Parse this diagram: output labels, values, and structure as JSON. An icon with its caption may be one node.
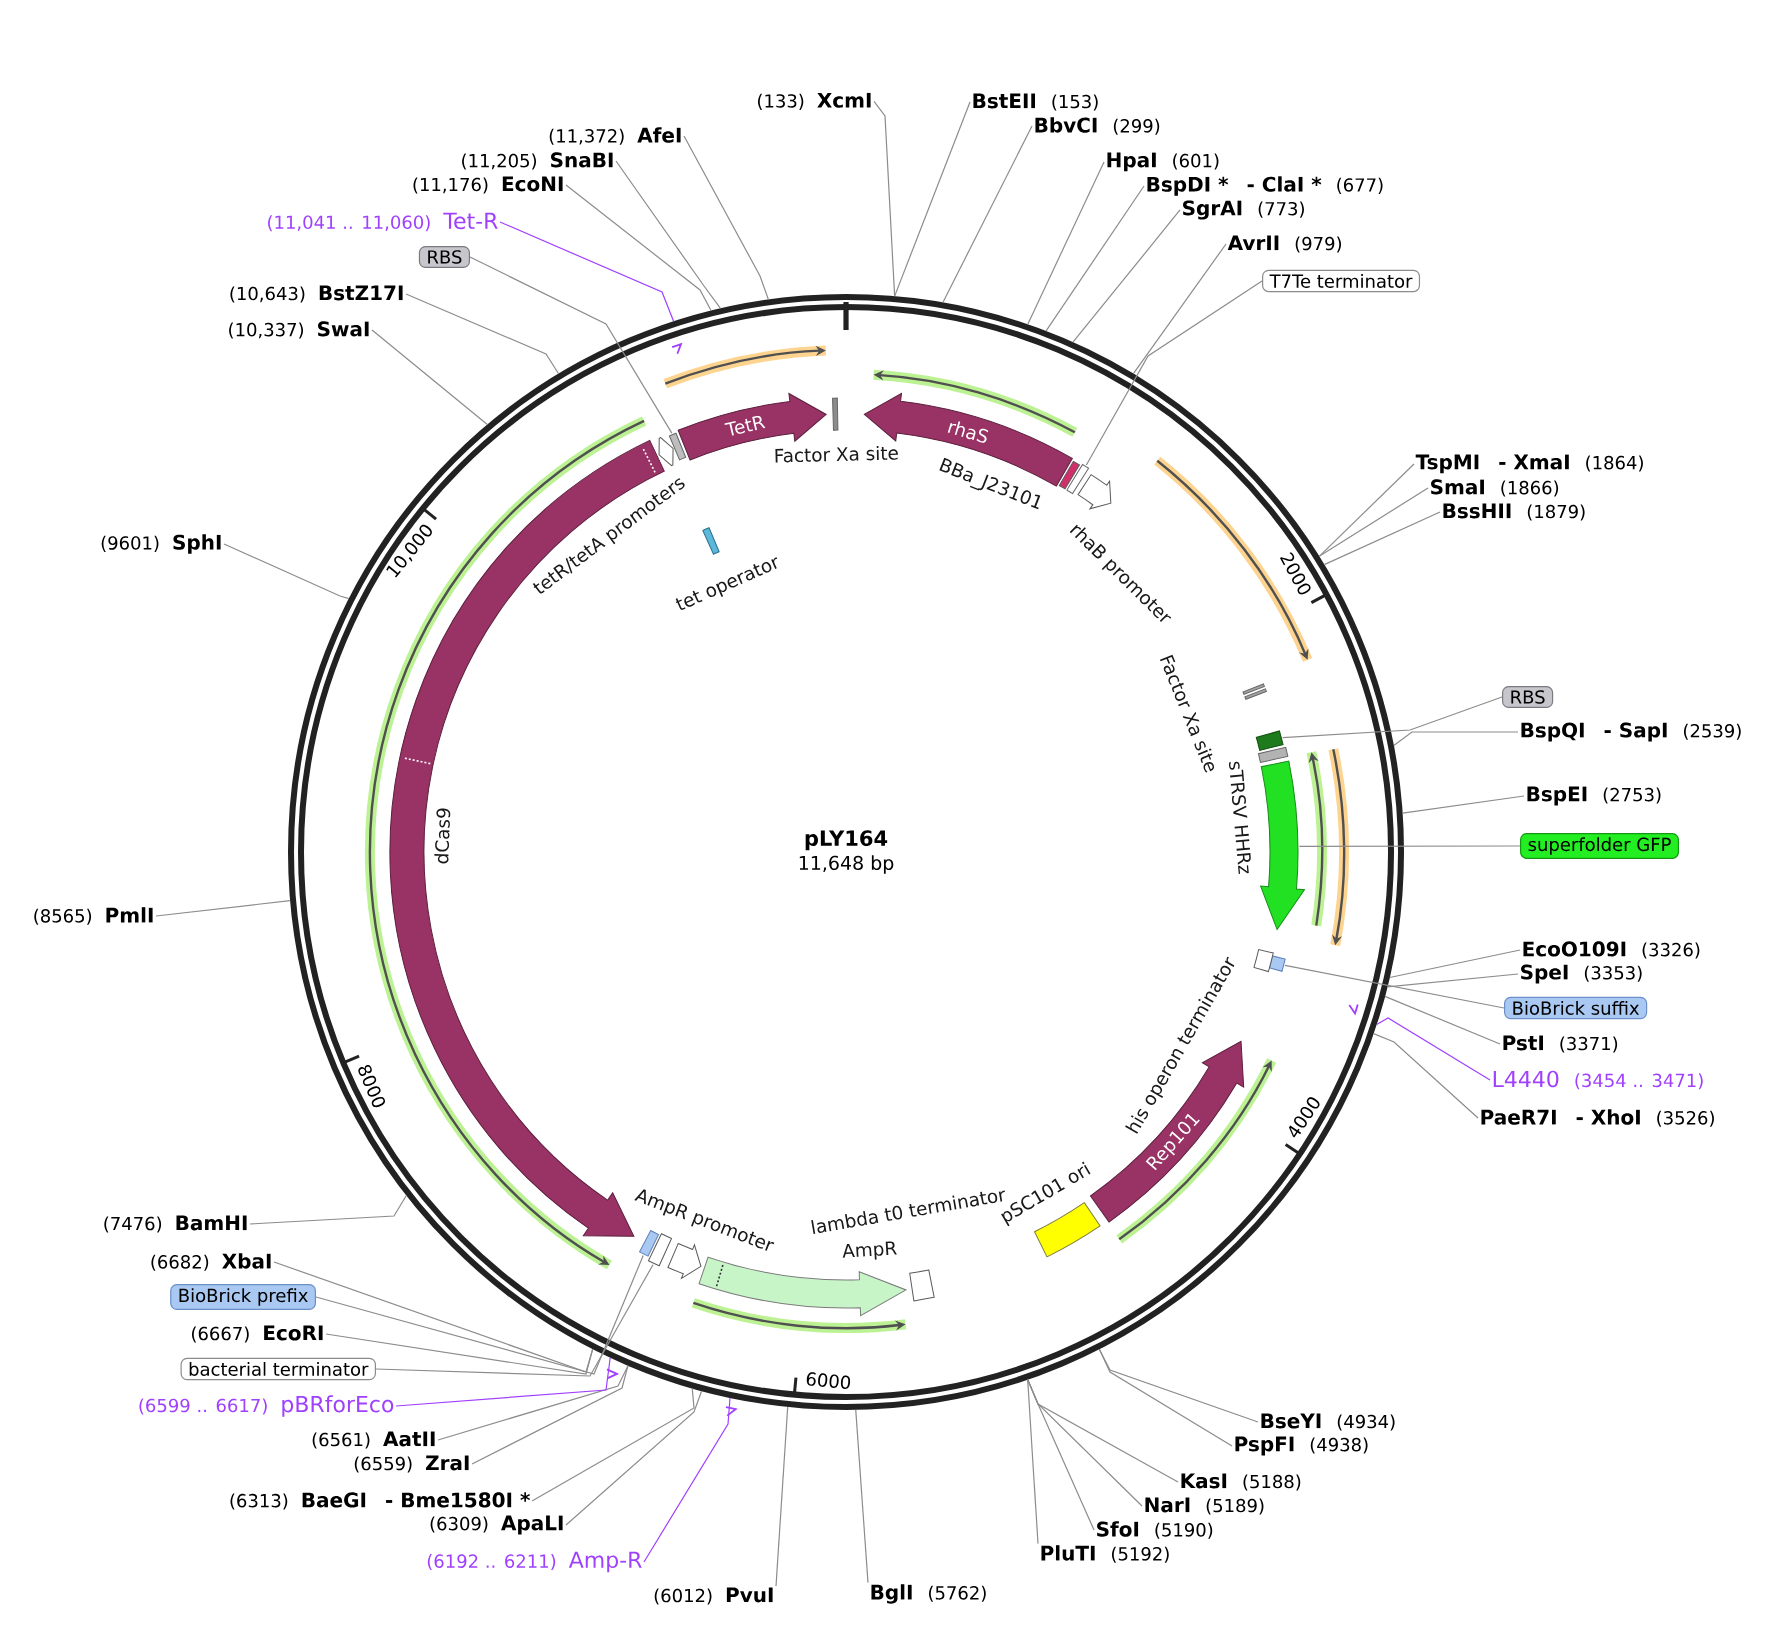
{
  "diagram": {
    "nodes": [
      {
        "text": [
          "pLY164",
          "11,648 bp"
        ]
      },
      {
        "text": [
          "rhaS"
        ],
        "in": 0
      },
      {
        "text": [
          "BBa_J23101"
        ],
        "in": 0
      },
      {
        "text": [],
        "shape": "bar",
        "in": 0
      },
      {
        "text": [
          "rhaB promoter"
        ],
        "in": 0
      },
      {
        "text": [
          "Factor Xa site"
        ],
        "in": 0
      },
      {
        "text": [],
        "shape": "bar",
        "in": 0
      },
      {
        "text": [
          "sTRSV HHRz"
        ],
        "in": 0
      },
      {
        "text": [],
        "shape": "arrow",
        "in": 0
      },
      {
        "text": [],
        "shape": "bar",
        "in": 0
      },
      {
        "text": [
          "his operon terminator"
        ],
        "in": 0
      },
      {
        "text": [
          "Rep101"
        ],
        "in": 0
      },
      {
        "text": [
          "pSC101 ori"
        ],
        "in": 0
      },
      {
        "text": [
          "lambda t0 terminator"
        ],
        "in": 0
      },
      {
        "text": [
          "AmpR"
        ],
        "in": 0
      },
      {
        "text": [
          "AmpR promoter"
        ],
        "in": 0
      },
      {
        "text": [],
        "shape": "bar",
        "in": 0
      },
      {
        "text": [],
        "shape": "bar",
        "in": 0
      },
      {
        "text": [
          "dCas9"
        ],
        "in": 0
      },
      {
        "text": [
          "tet operator"
        ],
        "in": 0
      },
      {
        "text": [
          "tetR/tetA promoters"
        ],
        "in": 0
      },
      {
        "text": [],
        "shape": "bar",
        "in": 0
      },
      {
        "text": [
          "TetR"
        ],
        "in": 0
      },
      {
        "text": [
          "Factor Xa site"
        ],
        "in": 0
      },
      {
        "text": [
          "(133)",
          "XcmI"
        ]
      },
      {
        "text": [
          "BstEII",
          "(153)"
        ]
      },
      {
        "text": [
          "BbvCI",
          "(299)"
        ]
      },
      {
        "text": [
          "HpaI",
          "(601)"
        ]
      },
      {
        "text": [
          "BspDI *",
          "- ClaI *",
          "(677)"
        ]
      },
      {
        "text": [
          "SgrAI",
          "(773)"
        ]
      },
      {
        "text": [
          "AvrII",
          "(979)"
        ]
      },
      {
        "text": [
          "T7Te terminator"
        ]
      },
      {
        "text": [
          "TspMI",
          "- XmaI",
          "(1864)"
        ]
      },
      {
        "text": [
          "SmaI",
          "(1866)"
        ]
      },
      {
        "text": [
          "BssHII",
          "(1879)"
        ]
      },
      {
        "text": [
          "RBS"
        ]
      },
      {
        "text": [
          "BspQI",
          "- SapI",
          "(2539)"
        ]
      },
      {
        "text": [
          "BspEI",
          "(2753)"
        ]
      },
      {
        "text": [
          "superfolder GFP"
        ]
      },
      {
        "text": [
          "EcoO109I",
          "(3326)"
        ]
      },
      {
        "text": [
          "SpeI",
          "(3353)"
        ]
      },
      {
        "text": [
          "BioBrick suffix"
        ]
      },
      {
        "text": [
          "PstI",
          "(3371)"
        ]
      },
      {
        "text": [
          "L4440",
          "(3454 .. 3471)"
        ]
      },
      {
        "text": [
          "PaeR7I",
          "- XhoI",
          "(3526)"
        ]
      },
      {
        "text": [
          "BseYI",
          "(4934)"
        ]
      },
      {
        "text": [
          "PspFI",
          "(4938)"
        ]
      },
      {
        "text": [
          "KasI",
          "(5188)"
        ]
      },
      {
        "text": [
          "NarI",
          "(5189)"
        ]
      },
      {
        "text": [
          "SfoI",
          "(5190)"
        ]
      },
      {
        "text": [
          "PluTI",
          "(5192)"
        ]
      },
      {
        "text": [
          "BglI",
          "(5762)"
        ]
      },
      {
        "text": [
          "(6012)",
          "PvuI"
        ]
      },
      {
        "text": [
          "(6192 .. 6211)",
          "Amp-R"
        ]
      },
      {
        "text": [
          "(6309)",
          "ApaLI"
        ]
      },
      {
        "text": [
          "(6313)",
          "BaeGI",
          "- Bme1580I *"
        ]
      },
      {
        "text": [
          "(6559)",
          "ZraI"
        ]
      },
      {
        "text": [
          "(6561)",
          "AatII"
        ]
      },
      {
        "text": [
          "(6599 .. 6617)",
          "pBRforEco"
        ]
      },
      {
        "text": [
          "bacterial terminator"
        ]
      },
      {
        "text": [
          "(6667)",
          "EcoRI"
        ]
      },
      {
        "text": [
          "BioBrick prefix"
        ]
      },
      {
        "text": [
          "(6682)",
          "XbaI"
        ]
      },
      {
        "text": [
          "(7476)",
          "BamHI"
        ]
      },
      {
        "text": [
          "(8565)",
          "PmlI"
        ]
      },
      {
        "text": [
          "(9601)",
          "SphI"
        ]
      },
      {
        "text": [
          "(10,337)",
          "SwaI"
        ]
      },
      {
        "text": [
          "(10,643)",
          "BstZ17I"
        ]
      },
      {
        "text": [
          "RBS"
        ]
      },
      {
        "text": [
          "(11,041 .. 11,060)",
          "Tet-R"
        ]
      },
      {
        "text": [
          "(11,176)",
          "EcoNI"
        ]
      },
      {
        "text": [
          "(11,205)",
          "SnaBI"
        ]
      },
      {
        "text": [
          "(11,372)",
          "AfeI"
        ]
      }
    ],
    "edges": [
      {
        "from": 24,
        "to": 0,
        "arrow": "none"
      },
      {
        "from": 25,
        "to": 0,
        "arrow": "none"
      },
      {
        "from": 26,
        "to": 0,
        "arrow": "none"
      },
      {
        "from": 27,
        "to": 0,
        "arrow": "none"
      },
      {
        "from": 28,
        "to": 0,
        "arrow": "none"
      },
      {
        "from": 29,
        "to": 0,
        "arrow": "none"
      },
      {
        "from": 30,
        "to": 0,
        "arrow": "none"
      },
      {
        "from": 31,
        "to": 3,
        "arrow": "none"
      },
      {
        "from": 32,
        "to": 0,
        "arrow": "none"
      },
      {
        "from": 33,
        "to": 0,
        "arrow": "none"
      },
      {
        "from": 34,
        "to": 0,
        "arrow": "none"
      },
      {
        "from": 35,
        "to": 6,
        "arrow": "none"
      },
      {
        "from": 36,
        "to": 0,
        "arrow": "none"
      },
      {
        "from": 37,
        "to": 0,
        "arrow": "none"
      },
      {
        "from": 38,
        "to": 8,
        "arrow": "none"
      },
      {
        "from": 39,
        "to": 0,
        "arrow": "none"
      },
      {
        "from": 40,
        "to": 0,
        "arrow": "none"
      },
      {
        "from": 41,
        "to": 9,
        "arrow": "none"
      },
      {
        "from": 42,
        "to": 0,
        "arrow": "none"
      },
      {
        "from": 43,
        "to": 0,
        "arrow": "none",
        "color": "#a040ff"
      },
      {
        "from": 44,
        "to": 0,
        "arrow": "none"
      },
      {
        "from": 45,
        "to": 0,
        "arrow": "none"
      },
      {
        "from": 46,
        "to": 0,
        "arrow": "none"
      },
      {
        "from": 47,
        "to": 0,
        "arrow": "none"
      },
      {
        "from": 48,
        "to": 0,
        "arrow": "none"
      },
      {
        "from": 49,
        "to": 0,
        "arrow": "none"
      },
      {
        "from": 50,
        "to": 0,
        "arrow": "none"
      },
      {
        "from": 51,
        "to": 0,
        "arrow": "none"
      },
      {
        "from": 52,
        "to": 0,
        "arrow": "none"
      },
      {
        "from": 53,
        "to": 0,
        "arrow": "none",
        "color": "#a040ff"
      },
      {
        "from": 54,
        "to": 0,
        "arrow": "none"
      },
      {
        "from": 55,
        "to": 0,
        "arrow": "none"
      },
      {
        "from": 56,
        "to": 0,
        "arrow": "none"
      },
      {
        "from": 57,
        "to": 0,
        "arrow": "none"
      },
      {
        "from": 58,
        "to": 0,
        "arrow": "none",
        "color": "#a040ff"
      },
      {
        "from": 59,
        "to": 16,
        "arrow": "none"
      },
      {
        "from": 60,
        "to": 0,
        "arrow": "none"
      },
      {
        "from": 61,
        "to": 17,
        "arrow": "none"
      },
      {
        "from": 62,
        "to": 0,
        "arrow": "none"
      },
      {
        "from": 63,
        "to": 0,
        "arrow": "none"
      },
      {
        "from": 64,
        "to": 0,
        "arrow": "none"
      },
      {
        "from": 65,
        "to": 0,
        "arrow": "none"
      },
      {
        "from": 66,
        "to": 0,
        "arrow": "none"
      },
      {
        "from": 67,
        "to": 0,
        "arrow": "none"
      },
      {
        "from": 68,
        "to": 21,
        "arrow": "none"
      },
      {
        "from": 69,
        "to": 0,
        "arrow": "none",
        "color": "#a040ff"
      },
      {
        "from": 70,
        "to": 0,
        "arrow": "none"
      },
      {
        "from": 71,
        "to": 0,
        "arrow": "none"
      },
      {
        "from": 72,
        "to": 0,
        "arrow": "none"
      }
    ],
    "labels": [
      "2000",
      "4000",
      "6000",
      "8000",
      "10,000"
    ]
  }
}
